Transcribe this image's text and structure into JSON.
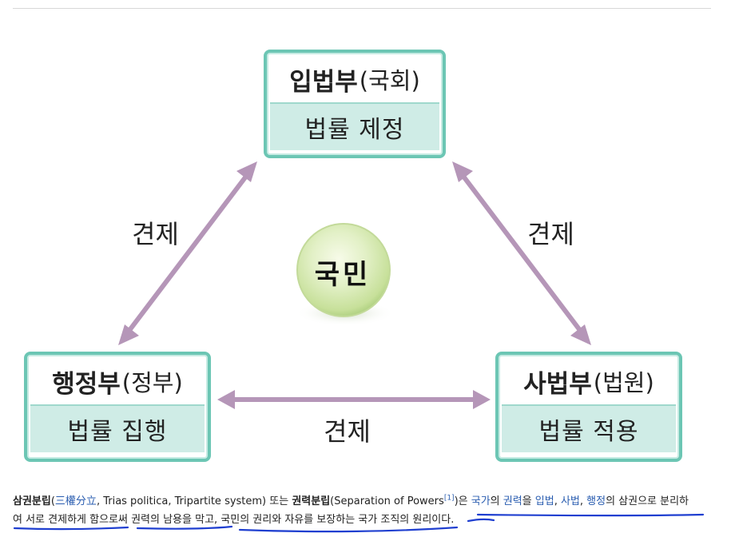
{
  "diagram": {
    "legislative": {
      "name": "입법부",
      "paren": "(국회)",
      "role": "법률 제정"
    },
    "executive": {
      "name": "행정부",
      "paren": "(정부)",
      "role": "법률 집행"
    },
    "judicial": {
      "name": "사법부",
      "paren": "(법원)",
      "role": "법률 적용"
    },
    "center": "국민",
    "check_left": "견제",
    "check_right": "견제",
    "check_bottom": "견제"
  },
  "caption": {
    "term1": "삼권분립",
    "open1": "(",
    "hanja": "三權分立",
    "alt": ", Trias politica, Tripartite system) 또는 ",
    "term2": "권력분립",
    "eng": "(Separation of Powers",
    "ref": "[1]",
    "close": ")은 ",
    "link_state": "국가",
    "t1": "의 ",
    "link_power": "권력",
    "t2": "을 ",
    "link_leg": "입법",
    "c1": ", ",
    "link_jud": "사법",
    "c2": ", ",
    "link_exe": "행정",
    "t3": "의 삼권으로 분리하",
    "line2": "여 서로 견제하게 함으로써 권력의 남용을 막고, 국민의 권리와 자유를 보장하는 국가 조직의 원리이다."
  },
  "colors": {
    "box_border": "#6cc6b4",
    "box_band": "#cfece6",
    "arrow": "#b596b8",
    "sphere": "#d6eab0",
    "link": "#2a5db0",
    "ink": "#1f3fd0"
  }
}
